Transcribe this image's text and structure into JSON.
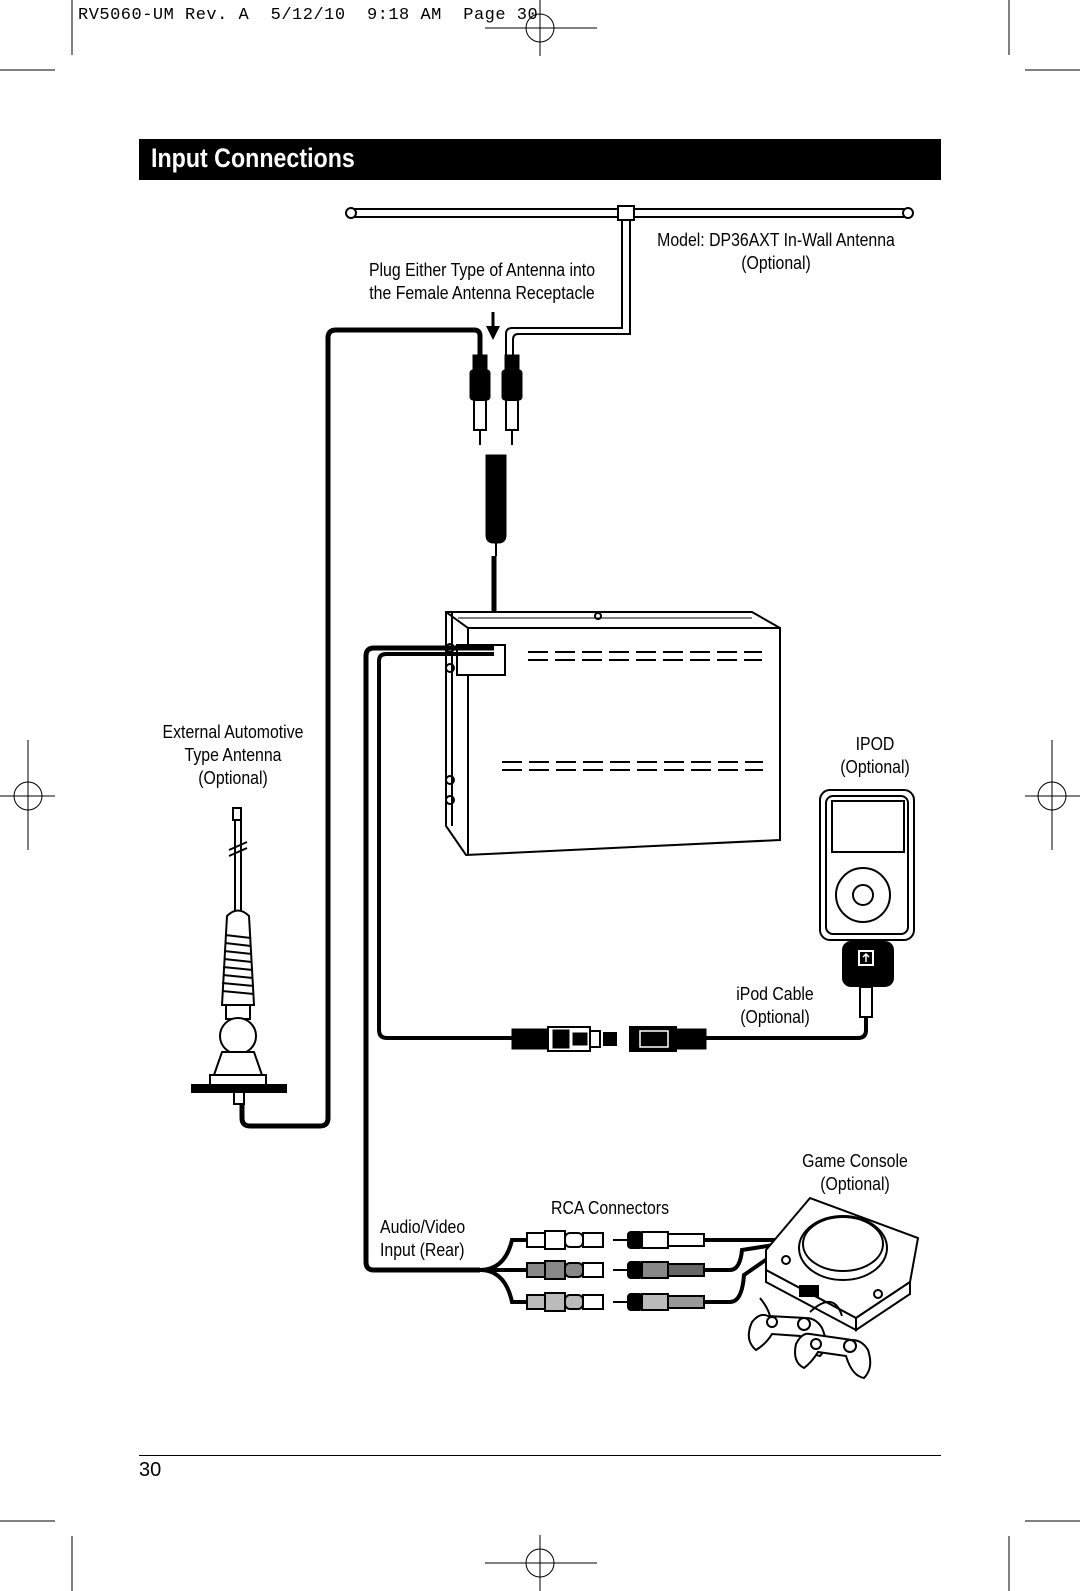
{
  "slug": {
    "text": "RV5060-UM Rev. A  5/12/10  9:18 AM  Page 30"
  },
  "header": {
    "title": "Input Connections"
  },
  "labels": {
    "plug_instruction": [
      "Plug Either Type of Antenna into",
      "the Female Antenna Receptacle"
    ],
    "in_wall_antenna": [
      "Model: DP36AXT In-Wall Antenna",
      "(Optional)"
    ],
    "external_antenna": [
      "External Automotive",
      "Type Antenna",
      "(Optional)"
    ],
    "ipod": [
      "IPOD",
      "(Optional)"
    ],
    "ipod_cable": [
      "iPod Cable",
      "(Optional)"
    ],
    "game_console": [
      "Game Console",
      "(Optional)"
    ],
    "rca_connectors": "RCA Connectors",
    "av_input": [
      "Audio/Video",
      "Input (Rear)"
    ]
  },
  "footer": {
    "page_number": "30"
  },
  "icons": [
    "in-wall-antenna-icon",
    "antenna-plug-icon",
    "antenna-receptacle-icon",
    "rv-unit-icon",
    "automotive-antenna-icon",
    "ipod-icon",
    "ipod-cable-icon",
    "rca-connector-icon",
    "game-console-icon",
    "game-controller-icon",
    "registration-mark-icon"
  ]
}
